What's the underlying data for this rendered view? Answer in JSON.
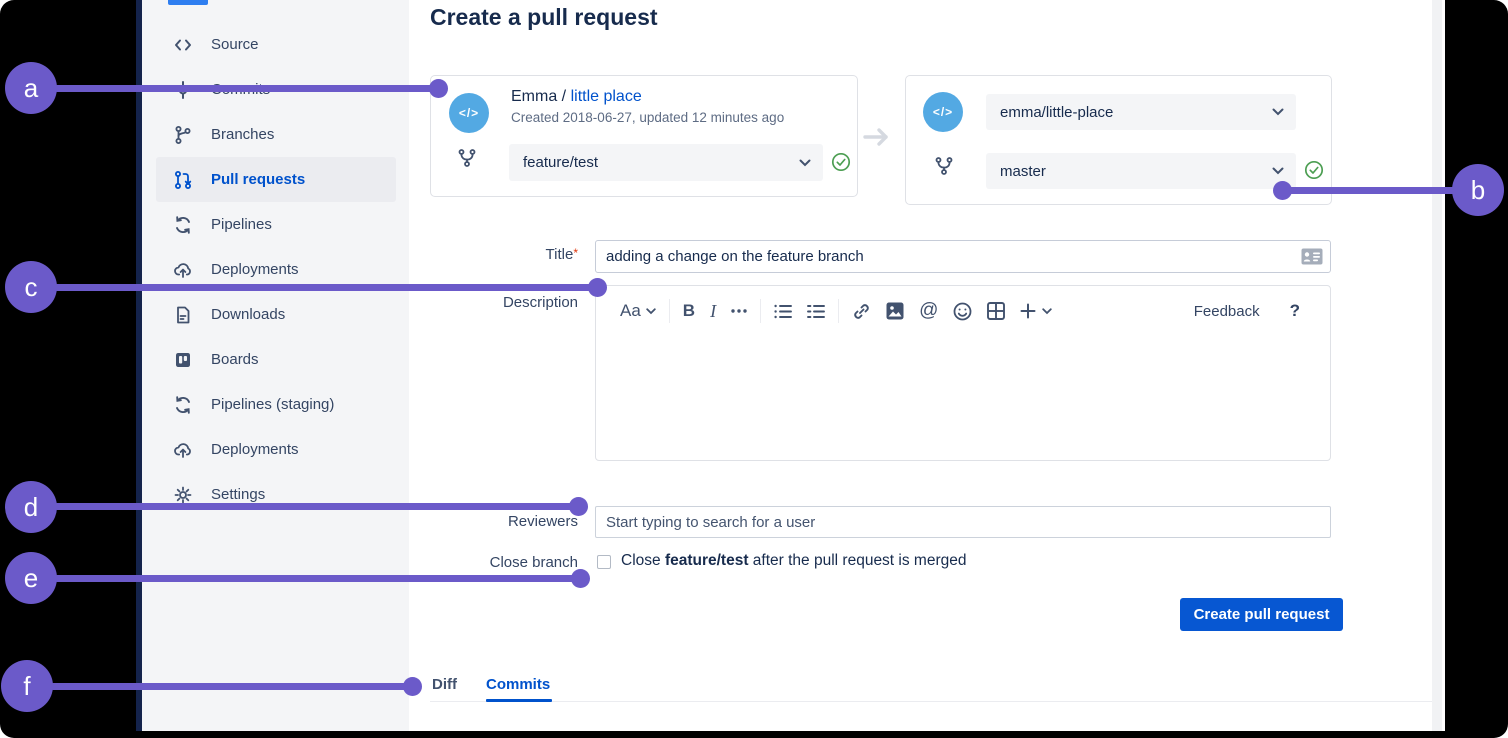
{
  "page": {
    "title": "Create a pull request"
  },
  "sidebar": {
    "items": [
      {
        "icon": "code-icon",
        "label": "Source"
      },
      {
        "icon": "commits-icon",
        "label": "Commits"
      },
      {
        "icon": "branches-icon",
        "label": "Branches"
      },
      {
        "icon": "pull-requests-icon",
        "label": "Pull requests",
        "active": true
      },
      {
        "icon": "pipelines-icon",
        "label": "Pipelines"
      },
      {
        "icon": "deployments-icon",
        "label": "Deployments"
      },
      {
        "icon": "downloads-icon",
        "label": "Downloads"
      },
      {
        "icon": "boards-icon",
        "label": "Boards"
      },
      {
        "icon": "pipelines-icon",
        "label": "Pipelines (staging)"
      },
      {
        "icon": "deployments-icon",
        "label": "Deployments"
      },
      {
        "icon": "settings-icon",
        "label": "Settings"
      }
    ]
  },
  "source_card": {
    "avatar_glyph": "</>",
    "owner": "Emma",
    "separator": " / ",
    "repo_link": "little place",
    "meta": "Created 2018-06-27, updated 12 minutes ago",
    "branch_select": "feature/test"
  },
  "dest_card": {
    "avatar_glyph": "</>",
    "repo_select": "emma/little-place",
    "branch_select": "master"
  },
  "form": {
    "title_label": "Title",
    "required_mark": "*",
    "title_value": "adding a change on the feature branch",
    "description_label": "Description",
    "toolbar": {
      "text_style": "Aa",
      "bold": "B",
      "italic": "I",
      "feedback": "Feedback",
      "help": "?",
      "icons": [
        "text-style",
        "bold",
        "italic",
        "more",
        "bullet-list",
        "numbered-list",
        "link",
        "image",
        "mention",
        "emoji",
        "table",
        "add",
        "expand"
      ]
    },
    "reviewers_label": "Reviewers",
    "reviewers_placeholder": "Start typing to search for a user",
    "close_branch_label": "Close branch",
    "close_branch_prefix": "Close ",
    "close_branch_bold": "feature/test",
    "close_branch_suffix": " after the pull request is merged",
    "submit_label": "Create pull request"
  },
  "tabs": [
    {
      "label": "Diff",
      "active": false
    },
    {
      "label": "Commits",
      "active": true
    }
  ],
  "annotations": {
    "color": "#6b5ac9",
    "items": [
      {
        "label": "a"
      },
      {
        "label": "b"
      },
      {
        "label": "c"
      },
      {
        "label": "d"
      },
      {
        "label": "e"
      },
      {
        "label": "f"
      }
    ]
  },
  "colors": {
    "link_blue": "#0052cc",
    "button_blue": "#0757d2",
    "avatar_blue": "#53a9e3",
    "check_green": "#4c9e52",
    "annotation_purple": "#6b5ac9",
    "sidebar_bg": "#f4f5f7",
    "dark_text": "#172b4d"
  }
}
